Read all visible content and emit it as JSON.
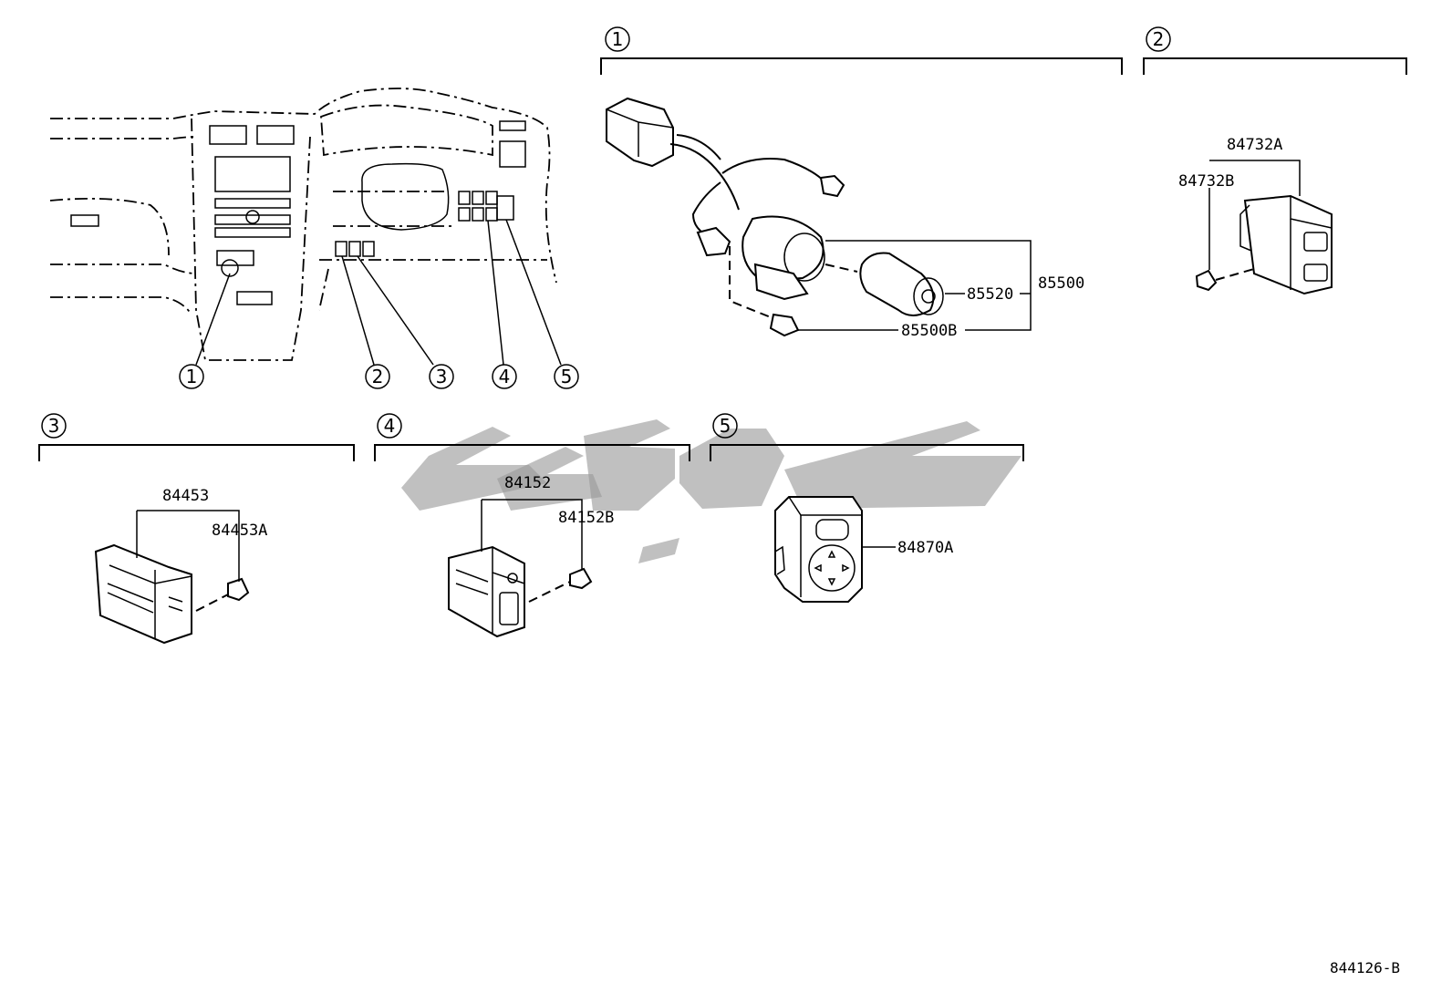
{
  "sections": [
    {
      "id": "1",
      "label": "1"
    },
    {
      "id": "2",
      "label": "2"
    },
    {
      "id": "3",
      "label": "3"
    },
    {
      "id": "4",
      "label": "4"
    },
    {
      "id": "5",
      "label": "5"
    }
  ],
  "dash_callouts": [
    "1",
    "2",
    "3",
    "4",
    "5"
  ],
  "parts": {
    "p85500": "85500",
    "p85520": "85520",
    "p85500B": "85500B",
    "p84732A": "84732A",
    "p84732B": "84732B",
    "p84453": "84453",
    "p84453A": "84453A",
    "p84152": "84152",
    "p84152B": "84152B",
    "p84870A": "84870A"
  },
  "diagram_code": "844126-B",
  "colors": {
    "line": "#000000",
    "watermark": "#9a9a9a",
    "background": "#ffffff"
  }
}
